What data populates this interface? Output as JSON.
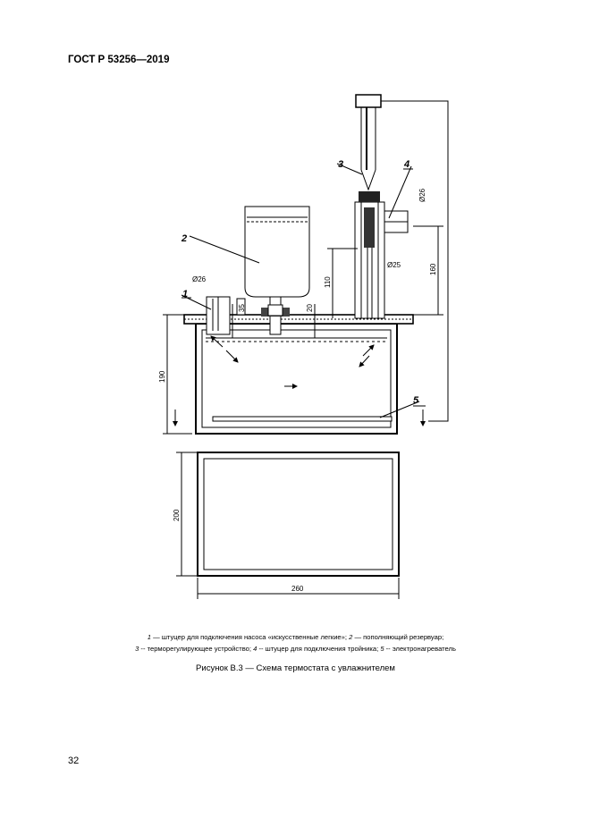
{
  "header": {
    "doc_id": "ГОСТ Р 53256—2019"
  },
  "figure": {
    "callouts": [
      "1",
      "2",
      "3",
      "4",
      "5"
    ],
    "dimensions": {
      "d26_a": "Ø26",
      "d26_b": "Ø26",
      "d25": "Ø25",
      "h35": "35",
      "h20": "20",
      "h110": "110",
      "h160": "160",
      "h190": "190",
      "h200": "200",
      "w260": "260"
    }
  },
  "legend": {
    "n1": "1",
    "t1": " — штуцер для подключения насоса «искусственные легкие»; ",
    "n2": "2",
    "t2": " — пополняющий резервуар;",
    "n3": "3",
    "t3": " -- терморегулирующее устройство; ",
    "n4": "4",
    "t4": " -- штуцер для подключения тройника; ",
    "n5": "5",
    "t5": " -- электронагреватель"
  },
  "caption": "Рисунок В.3 — Схема термостата с увлажнителем",
  "page_number": "32"
}
